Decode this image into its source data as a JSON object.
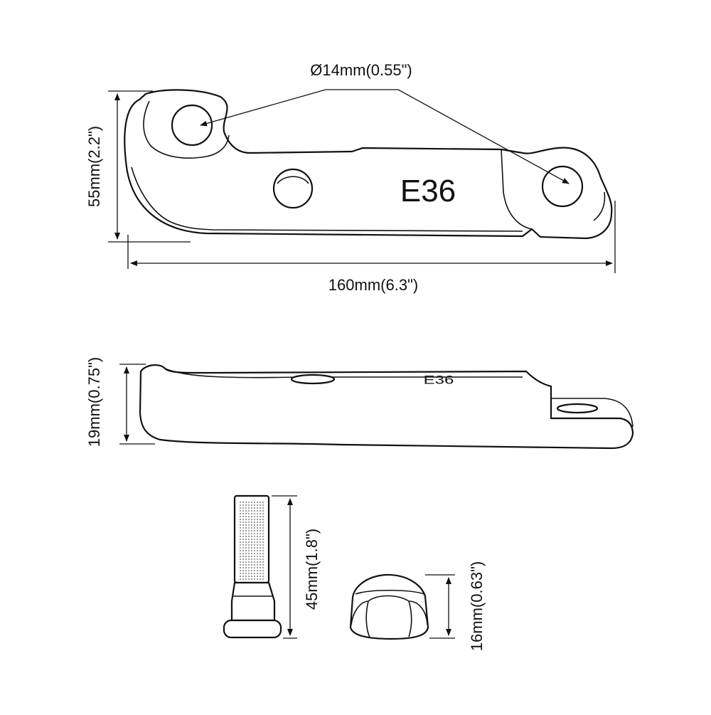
{
  "diagram": {
    "hole_diameter_label": "Ø14mm(0.55\")",
    "height_label": "55mm(2.2\")",
    "length_label": "160mm(6.3\")",
    "thickness_label": "19mm(0.75\")",
    "bolt_length_label": "45mm(1.8\")",
    "nut_height_label": "16mm(0.63\")",
    "part_marking": "E36",
    "side_marking": "E36"
  },
  "colors": {
    "line": "#111111",
    "background": "#ffffff"
  }
}
